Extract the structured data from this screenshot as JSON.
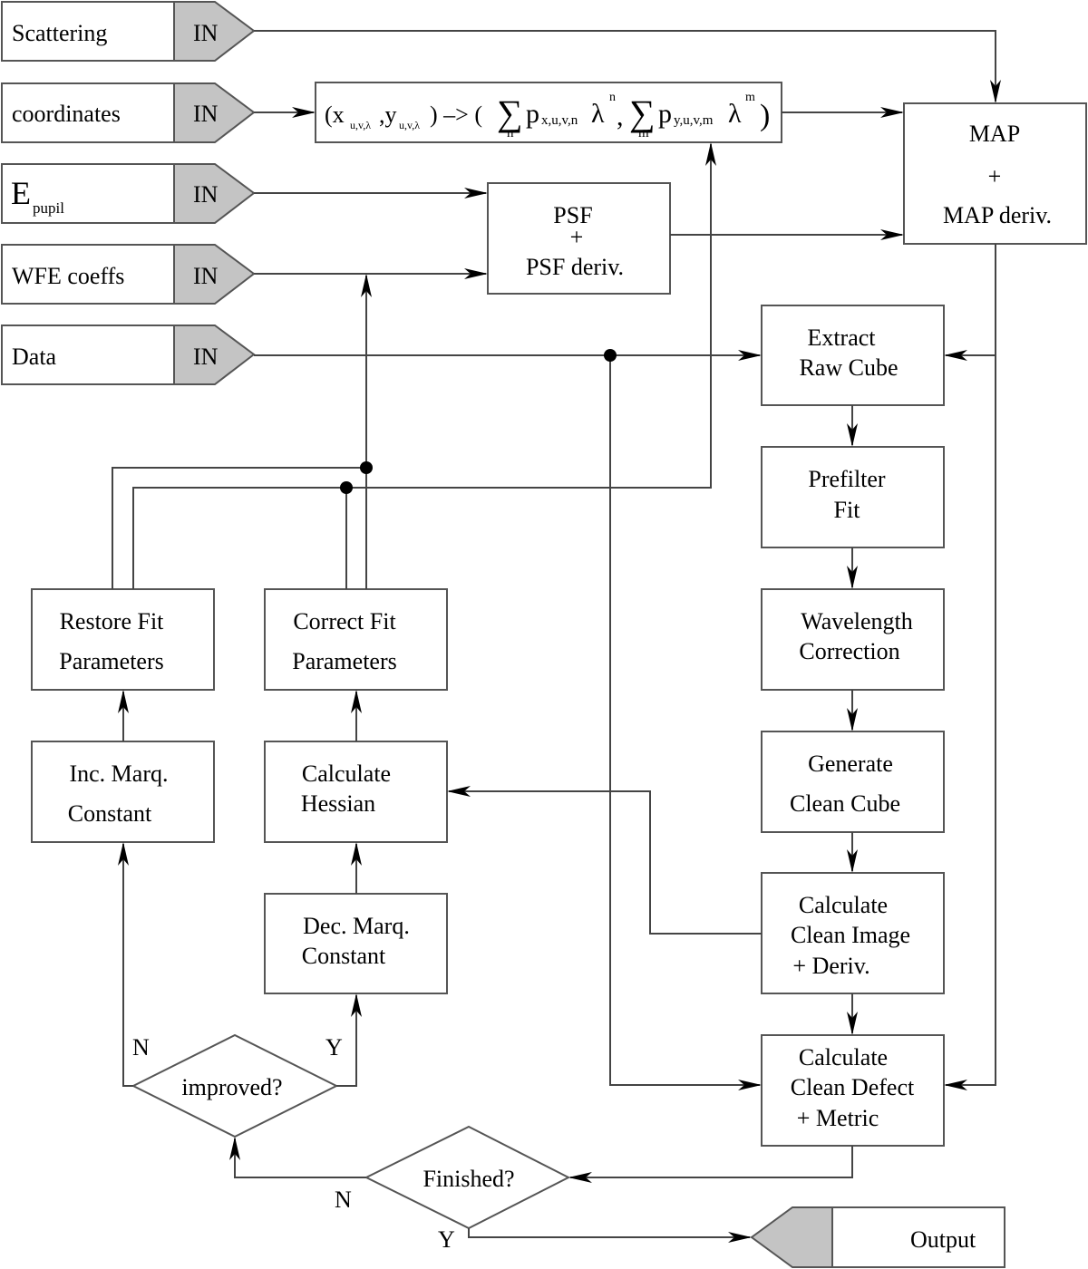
{
  "inputs": [
    {
      "label": "Scattering",
      "tag": "IN"
    },
    {
      "label": "coordinates",
      "tag": "IN"
    },
    {
      "label": "E",
      "label_sub": "pupil",
      "tag": "IN"
    },
    {
      "label": "WFE coeffs",
      "tag": "IN"
    },
    {
      "label": "Data",
      "tag": "IN"
    }
  ],
  "formula": {
    "open": "(x",
    "x_sub": "u,v,λ",
    "comma": ",y",
    "y_sub": "u,v,λ",
    "arrow": ") –> (",
    "sum1": "∑",
    "sum1_sub": "n",
    "p1": "p",
    "p1_sub": "x,u,v,n",
    "lam1": "λ",
    "lam1_sup": "n",
    "sep": ",",
    "sum2": "∑",
    "sum2_sub": "m",
    "p2": "p",
    "p2_sub": "y,u,v,m",
    "lam2": "λ",
    "lam2_sup": "m",
    "close": ")"
  },
  "boxes": {
    "psf": [
      "PSF",
      "+",
      "PSF deriv."
    ],
    "map": [
      "MAP",
      "+",
      "MAP deriv."
    ],
    "extract": [
      "Extract",
      "Raw Cube"
    ],
    "prefilter": [
      "Prefilter",
      "Fit"
    ],
    "wavelength": [
      "Wavelength",
      "Correction"
    ],
    "generate": [
      "Generate",
      "Clean Cube"
    ],
    "clean_image": [
      "Calculate",
      "Clean Image",
      "+ Deriv."
    ],
    "clean_defect": [
      "Calculate",
      "Clean Defect",
      "+ Metric"
    ],
    "restore": [
      "Restore Fit",
      "Parameters"
    ],
    "correct": [
      "Correct Fit",
      "Parameters"
    ],
    "inc_marq": [
      "Inc. Marq.",
      "Constant"
    ],
    "hessian": [
      "Calculate",
      "Hessian"
    ],
    "dec_marq": [
      "Dec. Marq.",
      "Constant"
    ]
  },
  "decisions": {
    "improved": {
      "label": "improved?",
      "no": "N",
      "yes": "Y"
    },
    "finished": {
      "label": "Finished?",
      "no": "N",
      "yes": "Y"
    }
  },
  "output": {
    "label": "Output"
  },
  "colors": {
    "tab_fill": "#c4c4c4",
    "stroke": "#555555"
  }
}
